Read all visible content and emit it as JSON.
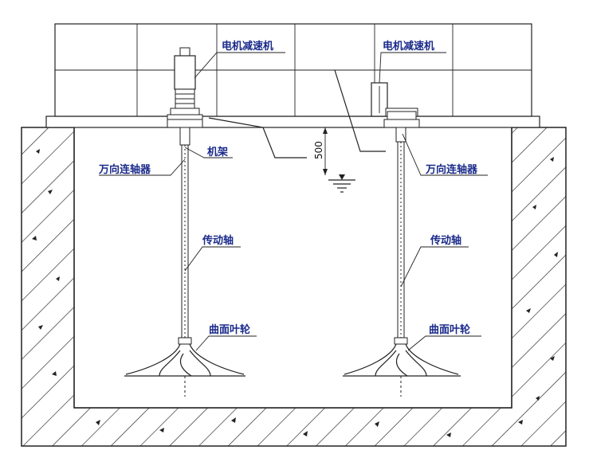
{
  "labels": {
    "motor_reducer_left": "电机减速机",
    "motor_reducer_right": "电机减速机",
    "frame": "机架",
    "universal_coupling_left": "万向连轴器",
    "universal_coupling_right": "万向连轴器",
    "drive_shaft_left": "传动轴",
    "drive_shaft_right": "传动轴",
    "impeller_left": "曲面叶轮",
    "impeller_right": "曲面叶轮",
    "depth_dimension": "500"
  },
  "colors": {
    "label_text": "#1a2a8a",
    "line": "#222222",
    "background": "#ffffff"
  }
}
